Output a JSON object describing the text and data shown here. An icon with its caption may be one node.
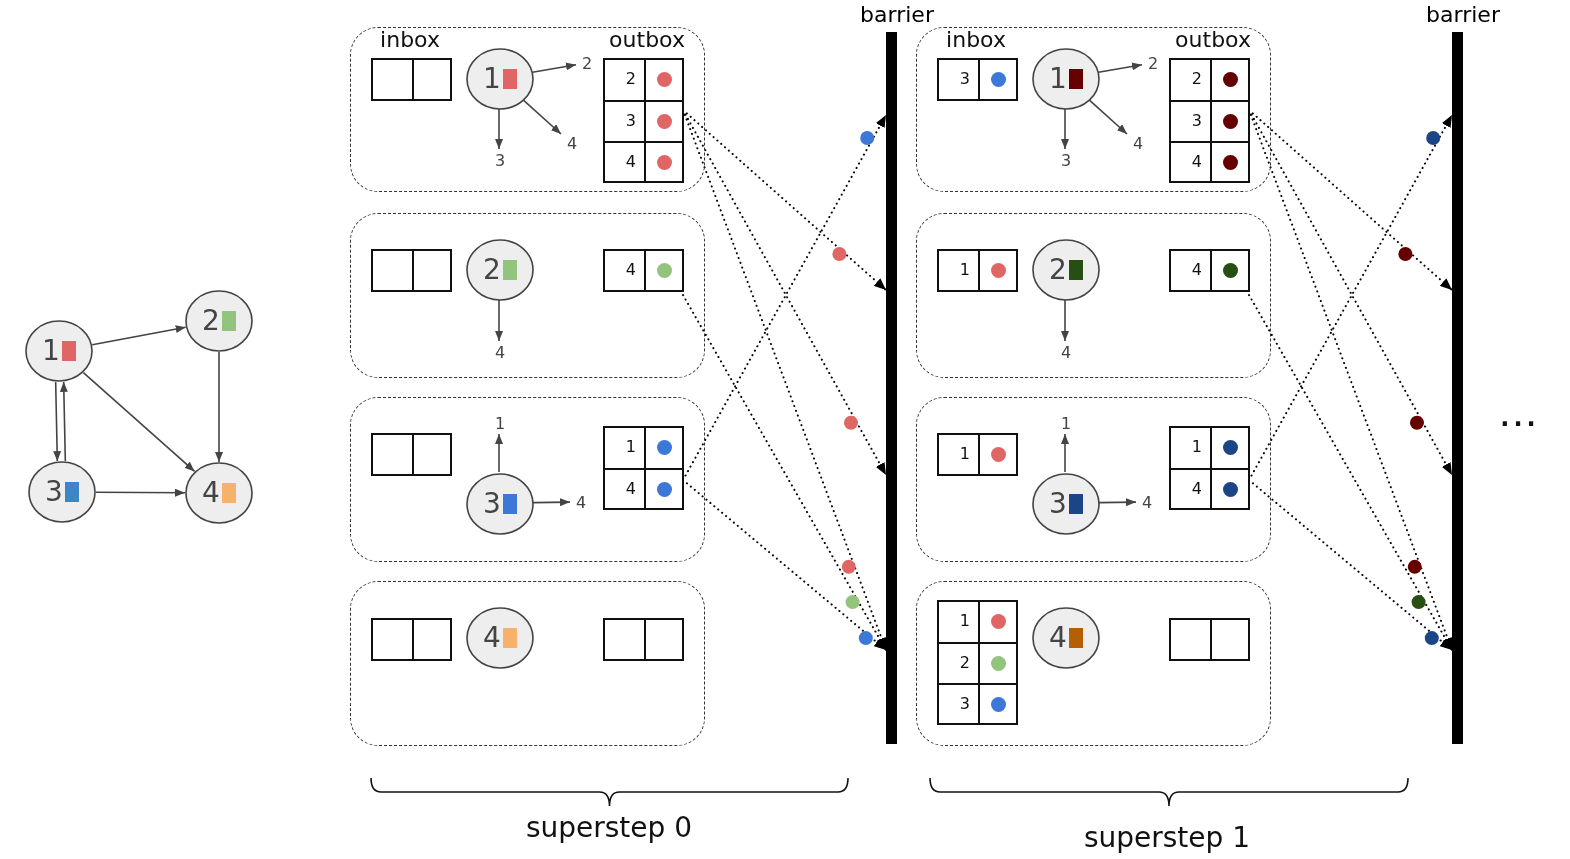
{
  "diagram": {
    "nodes": [
      {
        "text": [
          "1"
        ]
      },
      {
        "text": [
          "2"
        ]
      },
      {
        "text": [
          "3"
        ]
      },
      {
        "text": [
          "4"
        ]
      },
      {
        "text": [],
        "shape": "box"
      },
      {
        "text": [],
        "shape": "box",
        "in": 4
      },
      {
        "text": [
          "1"
        ],
        "in": 4
      },
      {
        "text": [
          "2"
        ],
        "in": 4
      },
      {
        "text": [
          "3"
        ],
        "in": 4
      },
      {
        "text": [
          "4"
        ],
        "in": 4
      },
      {
        "text": [
          "2",
          "3",
          "4"
        ],
        "in": 4
      },
      {
        "text": [],
        "shape": "box"
      },
      {
        "text": [],
        "shape": "box",
        "in": 11
      },
      {
        "text": [
          "2"
        ],
        "in": 11
      },
      {
        "text": [
          "4"
        ],
        "in": 11
      },
      {
        "text": [
          "4"
        ],
        "in": 11
      },
      {
        "text": [],
        "shape": "box"
      },
      {
        "text": [],
        "shape": "box",
        "in": 16
      },
      {
        "text": [
          "1"
        ],
        "in": 16
      },
      {
        "text": [
          "3"
        ],
        "in": 16
      },
      {
        "text": [
          "4"
        ],
        "in": 16
      },
      {
        "text": [
          "1",
          "4"
        ],
        "in": 16
      },
      {
        "text": [],
        "shape": "box"
      },
      {
        "text": [],
        "shape": "box",
        "in": 22
      },
      {
        "text": [
          "4"
        ],
        "in": 22
      },
      {
        "text": [],
        "shape": "box",
        "in": 22
      },
      {
        "text": [
          "barrier"
        ]
      },
      {
        "text": [],
        "shape": "box"
      },
      {
        "text": [
          "3"
        ],
        "in": 27
      },
      {
        "text": [
          "1"
        ],
        "in": 27
      },
      {
        "text": [
          "2"
        ],
        "in": 27
      },
      {
        "text": [
          "3"
        ],
        "in": 27
      },
      {
        "text": [
          "4"
        ],
        "in": 27
      },
      {
        "text": [
          "2",
          "3",
          "4"
        ],
        "in": 27
      },
      {
        "text": [],
        "shape": "box"
      },
      {
        "text": [
          "1"
        ],
        "in": 34
      },
      {
        "text": [
          "2"
        ],
        "in": 34
      },
      {
        "text": [
          "4"
        ],
        "in": 34
      },
      {
        "text": [
          "4"
        ],
        "in": 34
      },
      {
        "text": [],
        "shape": "box"
      },
      {
        "text": [
          "1"
        ],
        "in": 39
      },
      {
        "text": [
          "1"
        ],
        "in": 39
      },
      {
        "text": [
          "3"
        ],
        "in": 39
      },
      {
        "text": [
          "4"
        ],
        "in": 39
      },
      {
        "text": [
          "1",
          "4"
        ],
        "in": 39
      },
      {
        "text": [],
        "shape": "box"
      },
      {
        "text": [
          "1",
          "2",
          "3"
        ],
        "in": 45
      },
      {
        "text": [
          "4"
        ],
        "in": 45
      },
      {
        "text": [],
        "shape": "box",
        "in": 45
      },
      {
        "text": [
          "barrier"
        ]
      }
    ],
    "edges": [
      {
        "from": 0,
        "to": 1,
        "arrow": "to"
      },
      {
        "from": 0,
        "to": 2,
        "arrow": "to"
      },
      {
        "from": 0,
        "to": 3,
        "arrow": "to"
      },
      {
        "from": 2,
        "to": 0,
        "arrow": "to"
      },
      {
        "from": 1,
        "to": 3,
        "arrow": "to"
      },
      {
        "from": 2,
        "to": 3,
        "arrow": "to"
      },
      {
        "from": 6,
        "to": 7,
        "arrow": "to"
      },
      {
        "from": 6,
        "to": 8,
        "arrow": "to"
      },
      {
        "from": 6,
        "to": 9,
        "arrow": "to"
      },
      {
        "from": 13,
        "to": 14,
        "arrow": "to"
      },
      {
        "from": 19,
        "to": 18,
        "arrow": "to"
      },
      {
        "from": 19,
        "to": 20,
        "arrow": "to"
      },
      {
        "from": 10,
        "to": 26,
        "arrow": "to",
        "style": "dashed"
      },
      {
        "from": 10,
        "to": 26,
        "arrow": "to",
        "style": "dashed"
      },
      {
        "from": 10,
        "to": 26,
        "arrow": "to",
        "style": "dashed"
      },
      {
        "from": 15,
        "to": 26,
        "arrow": "to",
        "style": "dashed"
      },
      {
        "from": 21,
        "to": 26,
        "arrow": "to",
        "style": "dashed"
      },
      {
        "from": 21,
        "to": 26,
        "arrow": "to",
        "style": "dashed"
      },
      {
        "from": 29,
        "to": 30,
        "arrow": "to"
      },
      {
        "from": 29,
        "to": 31,
        "arrow": "to"
      },
      {
        "from": 29,
        "to": 32,
        "arrow": "to"
      },
      {
        "from": 36,
        "to": 37,
        "arrow": "to"
      },
      {
        "from": 42,
        "to": 41,
        "arrow": "to"
      },
      {
        "from": 42,
        "to": 43,
        "arrow": "to"
      },
      {
        "from": 33,
        "to": 49,
        "arrow": "to",
        "style": "dashed"
      },
      {
        "from": 33,
        "to": 49,
        "arrow": "to",
        "style": "dashed"
      },
      {
        "from": 33,
        "to": 49,
        "arrow": "to",
        "style": "dashed"
      },
      {
        "from": 38,
        "to": 49,
        "arrow": "to",
        "style": "dashed"
      },
      {
        "from": 44,
        "to": 49,
        "arrow": "to",
        "style": "dashed"
      },
      {
        "from": 44,
        "to": 49,
        "arrow": "to",
        "style": "dashed"
      }
    ],
    "labels": [
      "inbox",
      "outbox",
      "inbox",
      "outbox",
      "...",
      "superstep 0",
      "superstep 1"
    ]
  }
}
